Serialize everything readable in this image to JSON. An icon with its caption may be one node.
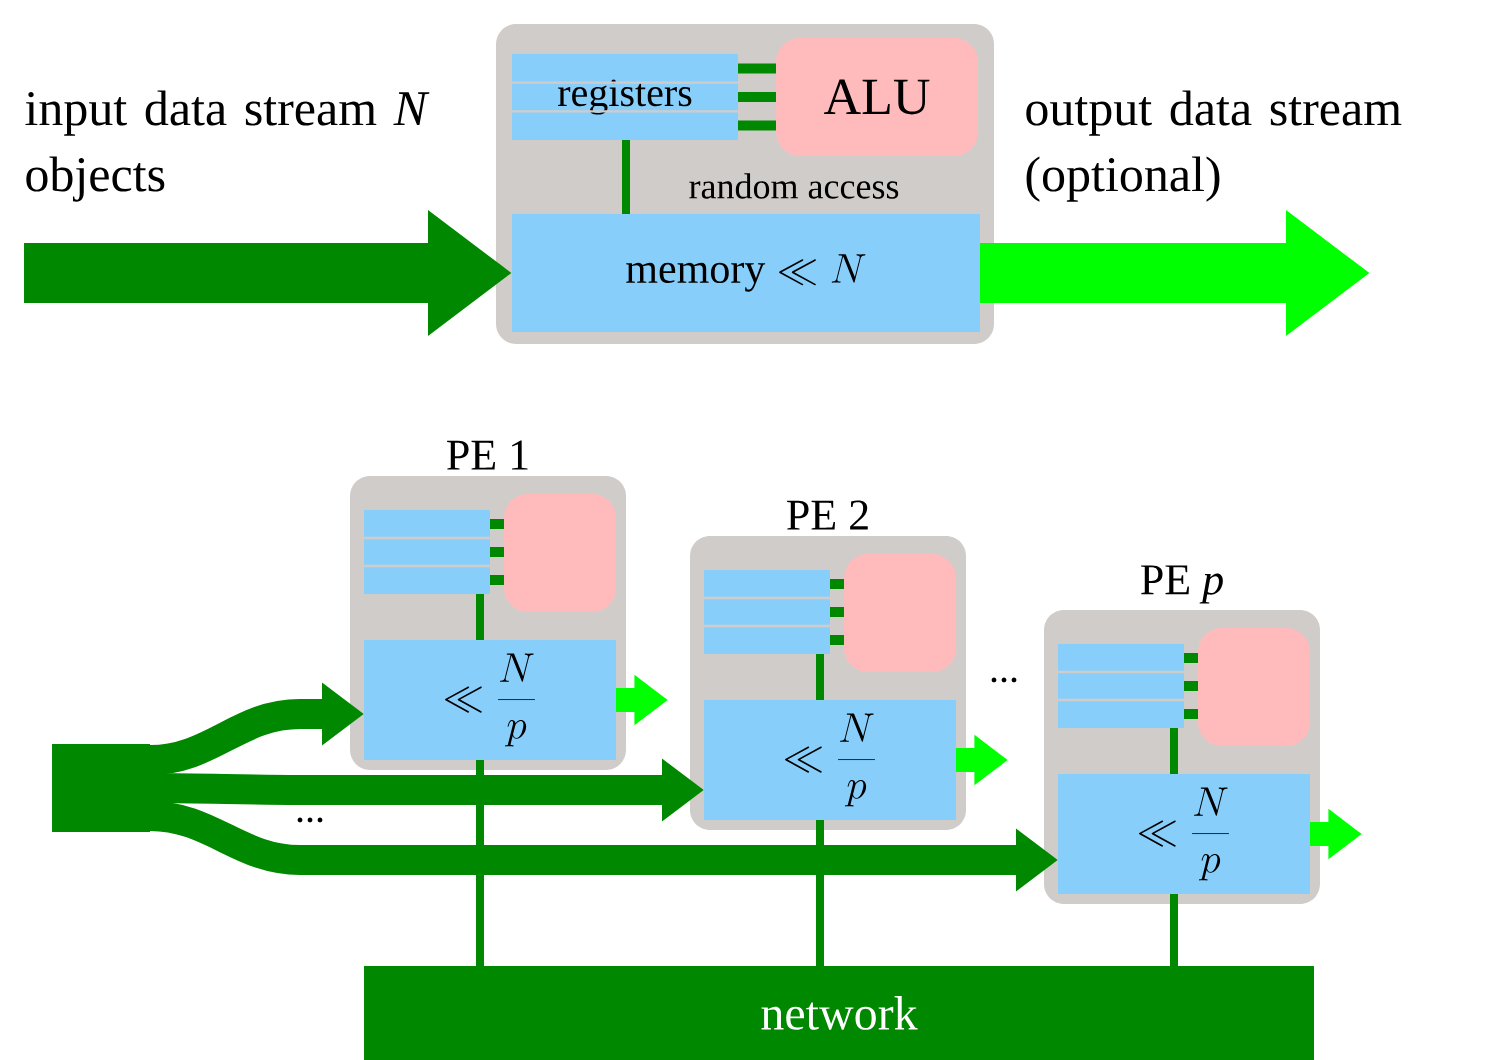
{
  "diagram": {
    "nodes": [
      {
        "text": [],
        "shape": "box"
      },
      {
        "text": [
          "registers"
        ],
        "in": 0
      },
      {
        "text": [
          "ALU"
        ],
        "in": 0
      },
      {
        "text": [
          "\\mathrm{memory} \\ll N"
        ],
        "in": 0
      },
      {
        "text": [],
        "shape": "box"
      },
      {
        "text": [
          "PE 1"
        ]
      },
      {
        "text": [],
        "shape": "box",
        "in": 5
      },
      {
        "text": [],
        "shape": "box",
        "in": 5
      },
      {
        "text": [
          "\\ll \\frac{N}{p}"
        ],
        "in": 5
      },
      {
        "text": [
          "PE 2"
        ]
      },
      {
        "text": [],
        "shape": "box",
        "in": 9
      },
      {
        "text": [],
        "shape": "box",
        "in": 9
      },
      {
        "text": [
          "\\ll \\frac{N}{p}"
        ],
        "in": 9
      },
      {
        "text": [
          "PE *p*"
        ]
      },
      {
        "text": [],
        "shape": "box",
        "in": 13
      },
      {
        "text": [],
        "shape": "box",
        "in": 13
      },
      {
        "text": [
          "\\ll \\frac{N}{p}"
        ],
        "in": 13
      },
      {
        "text": [
          "network"
        ]
      }
    ],
    "edges": [
      {
        "from": null,
        "to": 3,
        "arrow": "to",
        "style": "thick"
      },
      {
        "from": 3,
        "to": null,
        "arrow": "to",
        "style": "thick",
        "color": "#00ff00"
      },
      {
        "from": 1,
        "to": 3,
        "arrow": "none",
        "label": "random access"
      },
      {
        "from": 1,
        "to": 2,
        "arrow": "none"
      },
      {
        "from": 1,
        "to": 2,
        "arrow": "none"
      },
      {
        "from": 1,
        "to": 2,
        "arrow": "none"
      },
      {
        "from": 4,
        "to": 8,
        "arrow": "to",
        "style": "thick"
      },
      {
        "from": 4,
        "to": 12,
        "arrow": "to",
        "style": "thick"
      },
      {
        "from": 4,
        "to": 16,
        "arrow": "to",
        "style": "thick"
      },
      {
        "from": 8,
        "to": null,
        "arrow": "to",
        "style": "thick",
        "color": "#00ff00"
      },
      {
        "from": 12,
        "to": null,
        "arrow": "to",
        "style": "thick",
        "color": "#00ff00"
      },
      {
        "from": 16,
        "to": null,
        "arrow": "to",
        "style": "thick",
        "color": "#00ff00"
      },
      {
        "from": 6,
        "to": 7,
        "arrow": "none"
      },
      {
        "from": 6,
        "to": 7,
        "arrow": "none"
      },
      {
        "from": 6,
        "to": 7,
        "arrow": "none"
      },
      {
        "from": 10,
        "to": 11,
        "arrow": "none"
      },
      {
        "from": 10,
        "to": 11,
        "arrow": "none"
      },
      {
        "from": 10,
        "to": 11,
        "arrow": "none"
      },
      {
        "from": 14,
        "to": 15,
        "arrow": "none"
      },
      {
        "from": 14,
        "to": 15,
        "arrow": "none"
      },
      {
        "from": 14,
        "to": 15,
        "arrow": "none"
      },
      {
        "from": 6,
        "to": 8,
        "arrow": "none"
      },
      {
        "from": 10,
        "to": 12,
        "arrow": "none"
      },
      {
        "from": 14,
        "to": 16,
        "arrow": "none"
      },
      {
        "from": 8,
        "to": 17,
        "arrow": "none"
      },
      {
        "from": 12,
        "to": 17,
        "arrow": "none"
      },
      {
        "from": 16,
        "to": 17,
        "arrow": "none"
      }
    ],
    "labels": [
      "input data stream *N* objects",
      "output data stream (optional)",
      "...",
      "..."
    ]
  }
}
